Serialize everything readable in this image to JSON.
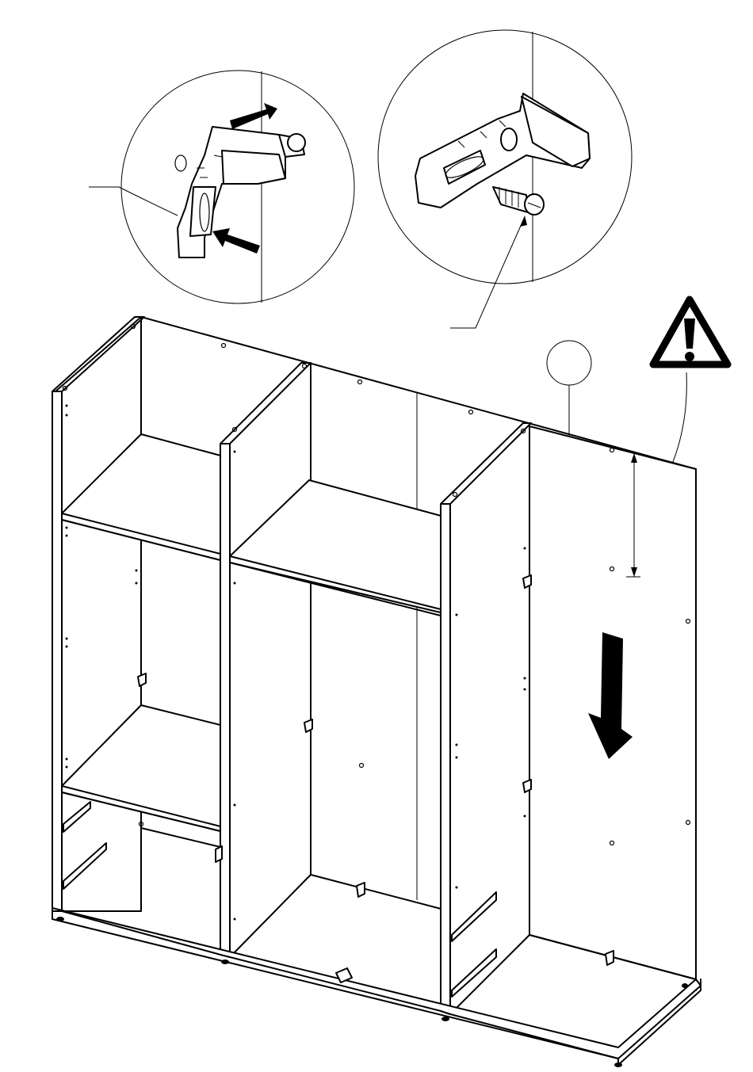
{
  "figure": {
    "detail_left": {
      "icon": "hinge-bracket-detail"
    },
    "detail_right": {
      "icon": "bracket-screw-detail"
    },
    "warning": {
      "icon": "warning-triangle-icon",
      "color": "#000000"
    },
    "arrow": {
      "icon": "down-arrow-icon"
    },
    "main": {
      "icon": "wardrobe-carcass"
    }
  }
}
